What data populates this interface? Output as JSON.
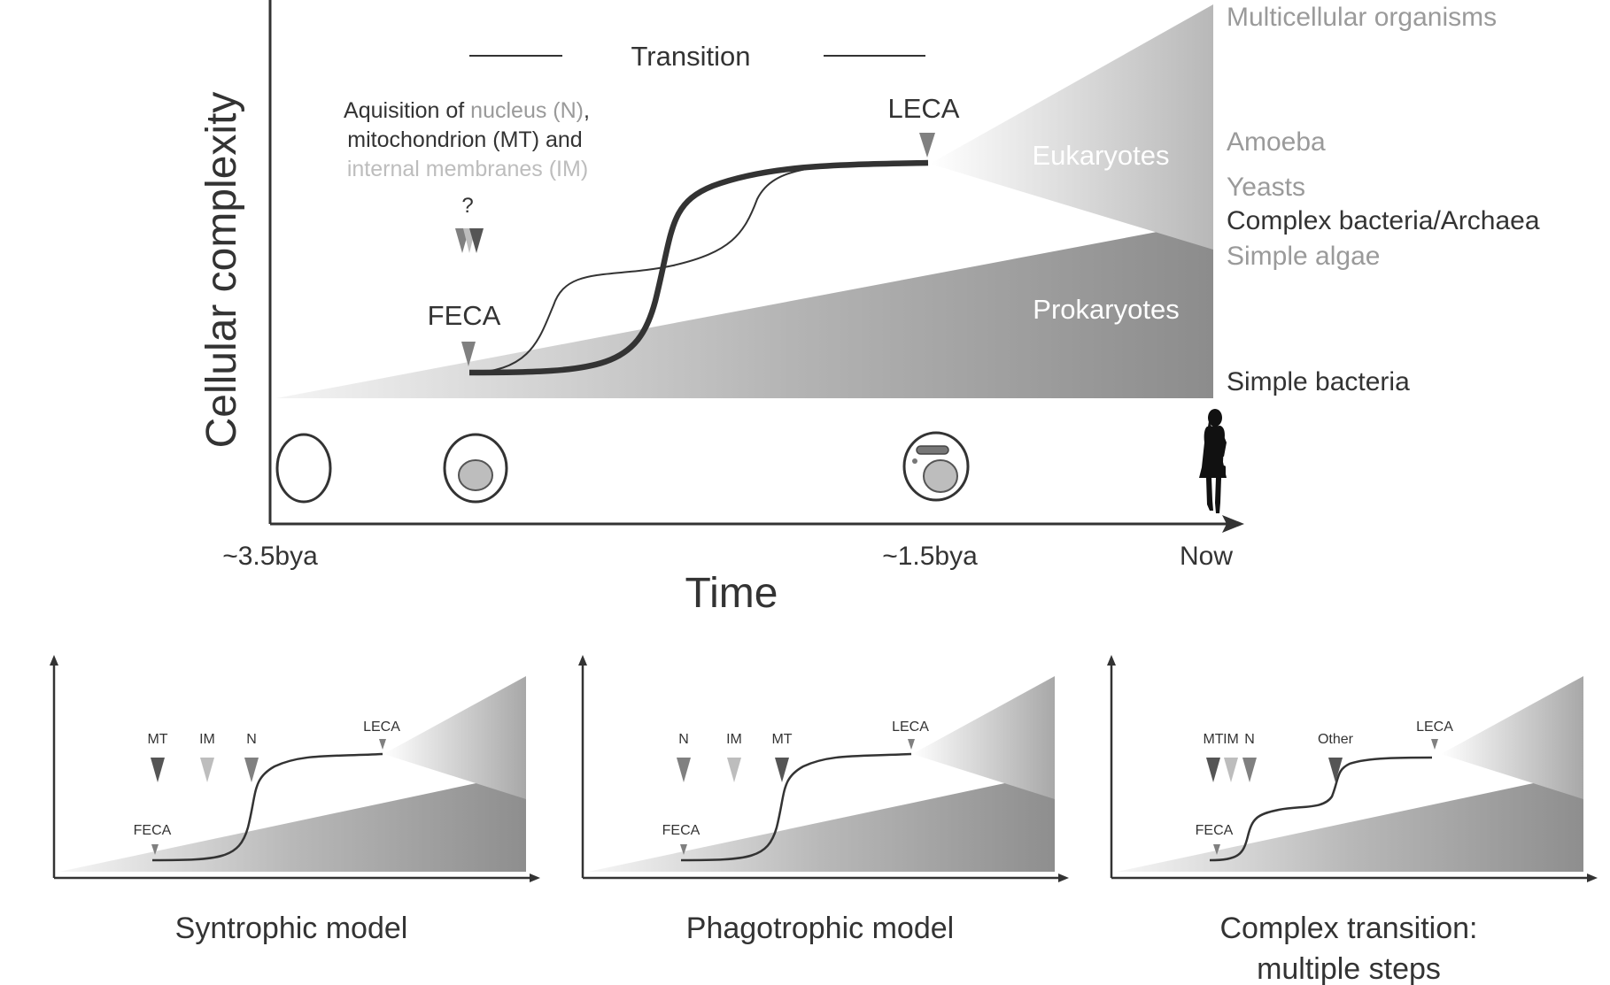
{
  "main": {
    "y_axis_label": "Cellular complexity",
    "x_axis_label": "Time",
    "transition_label": "Transition",
    "acquisition": {
      "line1_a": "Aquisition of ",
      "line1_b": "nucleus (N)",
      "line1_c": ",",
      "line2": "mitochondrion (MT) and",
      "line3": "internal membranes (IM)"
    },
    "question_mark": "?",
    "feca": "FECA",
    "leca": "LECA",
    "eukaryotes": "Eukaryotes",
    "prokaryotes": "Prokaryotes",
    "time_ticks": [
      "~3.5bya",
      "~1.5bya",
      "Now"
    ],
    "organisms": [
      {
        "label": "Multicellular organisms",
        "color": "#9a9a9a"
      },
      {
        "label": "Amoeba",
        "color": "#9a9a9a"
      },
      {
        "label": "Yeasts",
        "color": "#9a9a9a"
      },
      {
        "label": "Complex bacteria/Archaea",
        "color": "#333333"
      },
      {
        "label": "Simple algae",
        "color": "#9a9a9a"
      },
      {
        "label": "Simple bacteria",
        "color": "#333333"
      }
    ]
  },
  "panels": [
    {
      "title_lines": [
        "Syntrophic model"
      ],
      "feca": "FECA",
      "leca": "LECA",
      "markers": [
        {
          "label": "MT",
          "color": "#555555"
        },
        {
          "label": "IM",
          "color": "#bdbdbd"
        },
        {
          "label": "N",
          "color": "#808080"
        }
      ]
    },
    {
      "title_lines": [
        "Phagotrophic model"
      ],
      "feca": "FECA",
      "leca": "LECA",
      "markers": [
        {
          "label": "N",
          "color": "#808080"
        },
        {
          "label": "IM",
          "color": "#bdbdbd"
        },
        {
          "label": "MT",
          "color": "#555555"
        }
      ]
    },
    {
      "title_lines": [
        "Complex transition:",
        "multiple steps"
      ],
      "feca": "FECA",
      "leca": "LECA",
      "markers": [
        {
          "label": "MT",
          "color": "#555555"
        },
        {
          "label": "IM",
          "color": "#bdbdbd"
        },
        {
          "label": "N",
          "color": "#808080"
        },
        {
          "label": "Other",
          "color": "#555555"
        }
      ]
    }
  ]
}
